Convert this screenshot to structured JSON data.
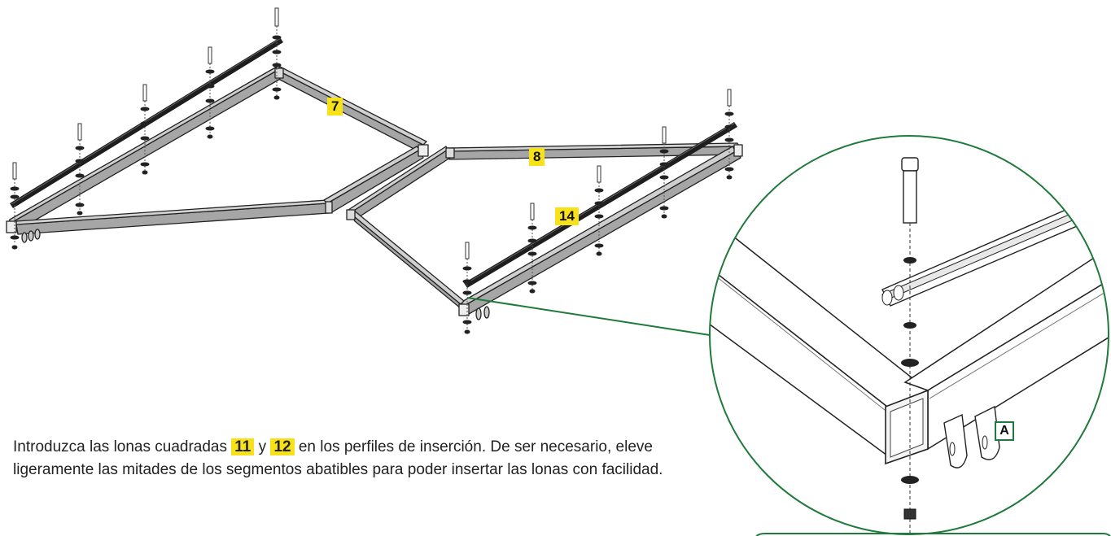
{
  "labels": {
    "part_7": "7",
    "part_8": "8",
    "part_14": "14",
    "detail_a": "A"
  },
  "instruction": {
    "before": "Introduzca las lonas cuadradas ",
    "part_a": "11",
    "middle": " y ",
    "part_b": "12",
    "after": " en los perfiles de inserción. De ser necesario, eleve ligeramente las mitades de los segmentos abatibles para poder insertar las lonas con facilidad."
  },
  "colors": {
    "highlight": "#f7e21a",
    "detail_outline": "#1f7a3c",
    "frame_fill": "#a8a8a8",
    "frame_stroke": "#222222"
  }
}
